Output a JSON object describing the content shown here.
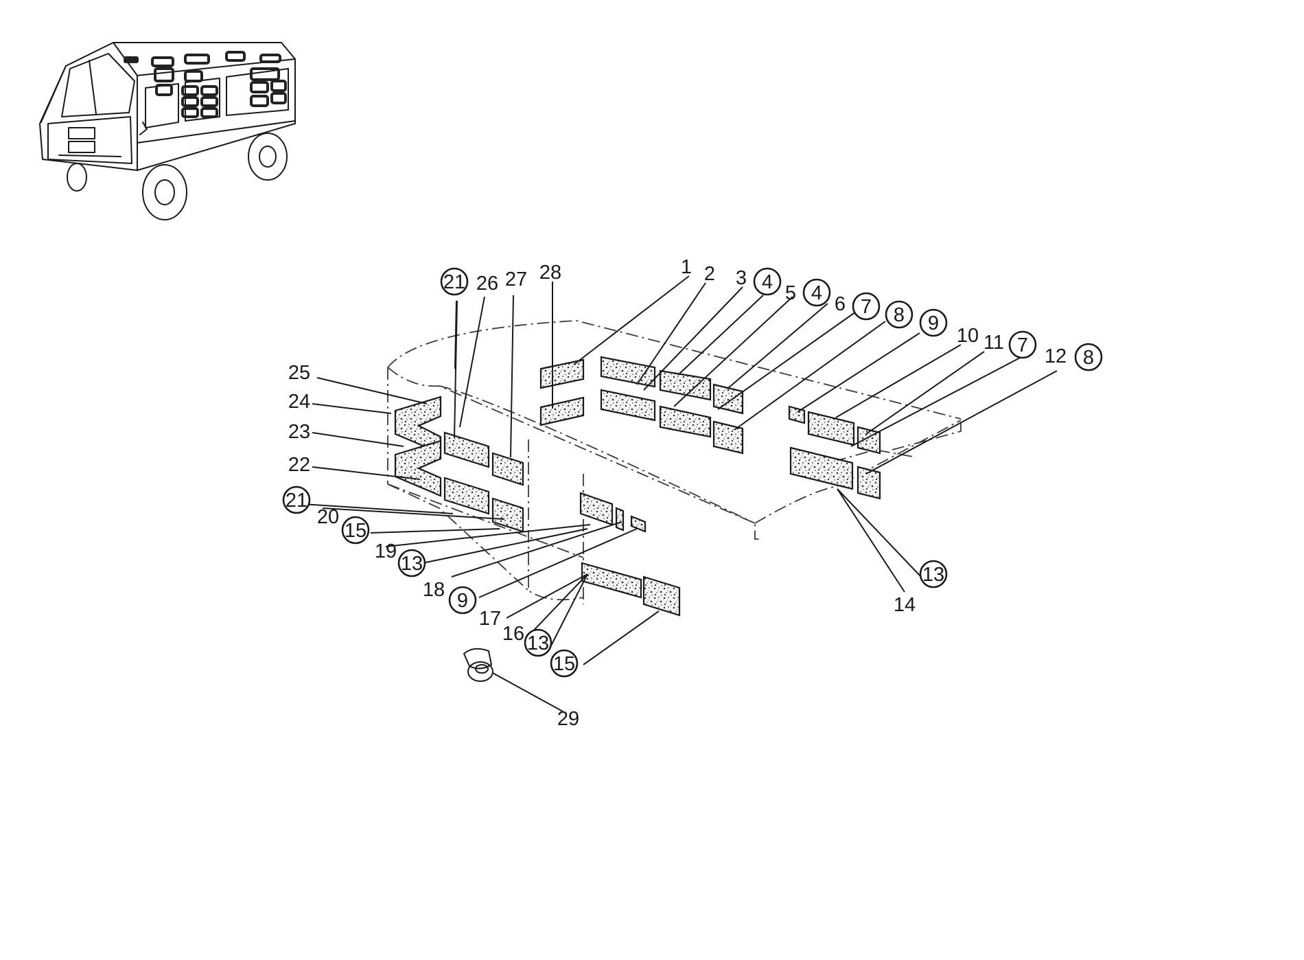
{
  "callouts": [
    {
      "id": "c1",
      "text": "1",
      "circled": false
    },
    {
      "id": "c2",
      "text": "2",
      "circled": false
    },
    {
      "id": "c3",
      "text": "3",
      "circled": false
    },
    {
      "id": "c4a",
      "text": "4",
      "circled": true
    },
    {
      "id": "c5",
      "text": "5",
      "circled": false
    },
    {
      "id": "c4b",
      "text": "4",
      "circled": true
    },
    {
      "id": "c6",
      "text": "6",
      "circled": false
    },
    {
      "id": "c7a",
      "text": "7",
      "circled": true
    },
    {
      "id": "c8a",
      "text": "8",
      "circled": true
    },
    {
      "id": "c9a",
      "text": "9",
      "circled": true
    },
    {
      "id": "c10",
      "text": "10",
      "circled": false
    },
    {
      "id": "c11",
      "text": "11",
      "circled": false
    },
    {
      "id": "c7b",
      "text": "7",
      "circled": true
    },
    {
      "id": "c12",
      "text": "12",
      "circled": false
    },
    {
      "id": "c8b",
      "text": "8",
      "circled": true
    },
    {
      "id": "c13a",
      "text": "13",
      "circled": true
    },
    {
      "id": "c14",
      "text": "14",
      "circled": false
    },
    {
      "id": "c21a",
      "text": "21",
      "circled": true
    },
    {
      "id": "c26",
      "text": "26",
      "circled": false
    },
    {
      "id": "c27",
      "text": "27",
      "circled": false
    },
    {
      "id": "c28",
      "text": "28",
      "circled": false
    },
    {
      "id": "c25",
      "text": "25",
      "circled": false
    },
    {
      "id": "c24",
      "text": "24",
      "circled": false
    },
    {
      "id": "c23",
      "text": "23",
      "circled": false
    },
    {
      "id": "c22",
      "text": "22",
      "circled": false
    },
    {
      "id": "c21b",
      "text": "21",
      "circled": true
    },
    {
      "id": "c20",
      "text": "20",
      "circled": false
    },
    {
      "id": "c15a",
      "text": "15",
      "circled": true
    },
    {
      "id": "c19",
      "text": "19",
      "circled": false
    },
    {
      "id": "c13b",
      "text": "13",
      "circled": true
    },
    {
      "id": "c18",
      "text": "18",
      "circled": false
    },
    {
      "id": "c9b",
      "text": "9",
      "circled": true
    },
    {
      "id": "c17",
      "text": "17",
      "circled": false
    },
    {
      "id": "c16",
      "text": "16",
      "circled": false
    },
    {
      "id": "c13c",
      "text": "13",
      "circled": true
    },
    {
      "id": "c15b",
      "text": "15",
      "circled": true
    },
    {
      "id": "c29",
      "text": "29",
      "circled": false
    }
  ],
  "vehicle_illustration": "thumbnail-truck-insulation-overview",
  "colors": {
    "ink": "#1a1a1a",
    "paper": "#ffffff"
  }
}
